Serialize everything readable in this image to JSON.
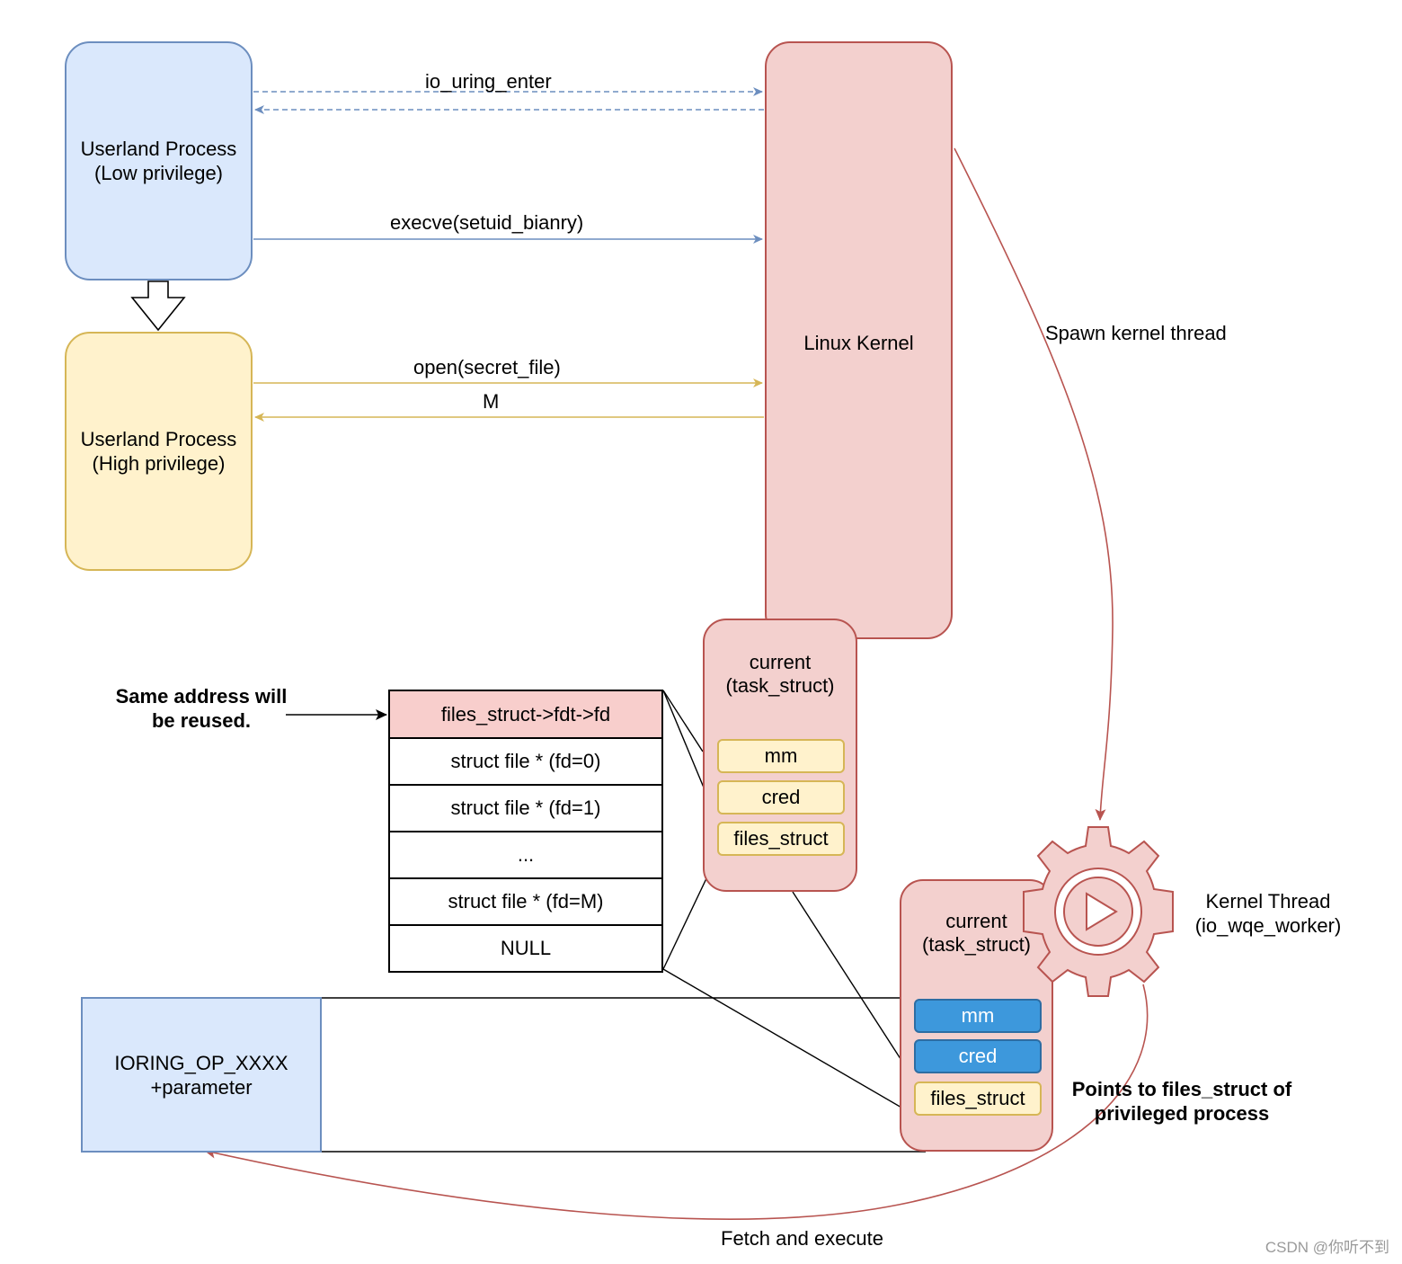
{
  "boxes": {
    "userland_low": "Userland Process\n(Low privilege)",
    "userland_high": "Userland Process\n(High privilege)",
    "kernel": "Linux Kernel",
    "ioring": "IORING_OP_XXXX\n+parameter"
  },
  "arrows": {
    "io_uring_enter": "io_uring_enter",
    "execve": "execve(setuid_bianry)",
    "open": "open(secret_file)",
    "m": "M",
    "spawn": "Spawn kernel thread",
    "fetch": "Fetch and execute"
  },
  "task1": {
    "title": "current\n(task_struct)",
    "fields": [
      "mm",
      "cred",
      "files_struct"
    ]
  },
  "task2": {
    "title": "current\n(task_struct)",
    "fields": [
      "mm",
      "cred",
      "files_struct"
    ]
  },
  "fd_table": {
    "header": "files_struct->fdt->fd",
    "rows": [
      "struct file * (fd=0)",
      "struct file * (fd=1)",
      "...",
      "struct file * (fd=M)",
      "NULL"
    ]
  },
  "notes": {
    "same_address": "Same address will\nbe reused.",
    "points_to": "Points to files_struct of\nprivileged process",
    "kernel_thread": "Kernel Thread\n(io_wqe_worker)"
  },
  "watermark": "CSDN @你听不到",
  "colors": {
    "blue_fill": "#dae8fc",
    "blue_stroke": "#6c8ebf",
    "yellow_fill": "#fff2cc",
    "yellow_stroke": "#d6b656",
    "red_fill": "#f3d0ce",
    "red_stroke": "#b85450",
    "field_blue": "#3d98dc"
  }
}
